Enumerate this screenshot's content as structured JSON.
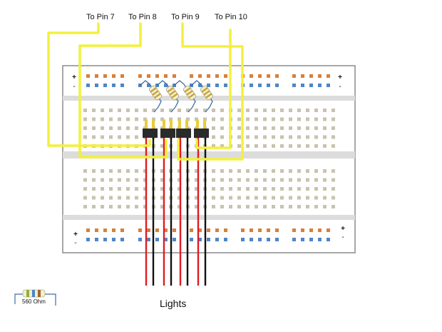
{
  "pin_labels": [
    {
      "id": "pin7",
      "text": "To Pin 7"
    },
    {
      "id": "pin8",
      "text": "To Pin 8"
    },
    {
      "id": "pin9",
      "text": "To Pin 9"
    },
    {
      "id": "pin10",
      "text": "To Pin 10"
    }
  ],
  "rails": {
    "plus_symbol": "+",
    "minus_symbol": "-",
    "groups_per_rail": 5,
    "holes_per_group": 5
  },
  "terminal_strip": {
    "columns": 30,
    "rows_per_half": 5
  },
  "connectors": {
    "count": 4,
    "pins_per_connector": 2
  },
  "light_wires": {
    "pairs": 4,
    "colors": {
      "positive": "#e01b24",
      "negative": "#111111"
    }
  },
  "resistor_count": 4,
  "caption": "Lights",
  "legend": {
    "resistor_label": "560 Ohm",
    "band_colors": [
      "#8fb33a",
      "#4a86c5",
      "#a0672a"
    ]
  },
  "colors": {
    "jumper_wire": "#f4f03c",
    "rail_plus_hole": "#d9803a",
    "rail_minus_hole": "#4f86c6",
    "terminal_hole": "#c9c3ae",
    "board_border": "#8a8a8a",
    "channel": "#dcdcdc",
    "connector_body": "#2b2b2b",
    "connector_pin": "#e8cc3a",
    "resistor_body": "#f3efcf",
    "resistor_lead": "#3f6fa3"
  }
}
